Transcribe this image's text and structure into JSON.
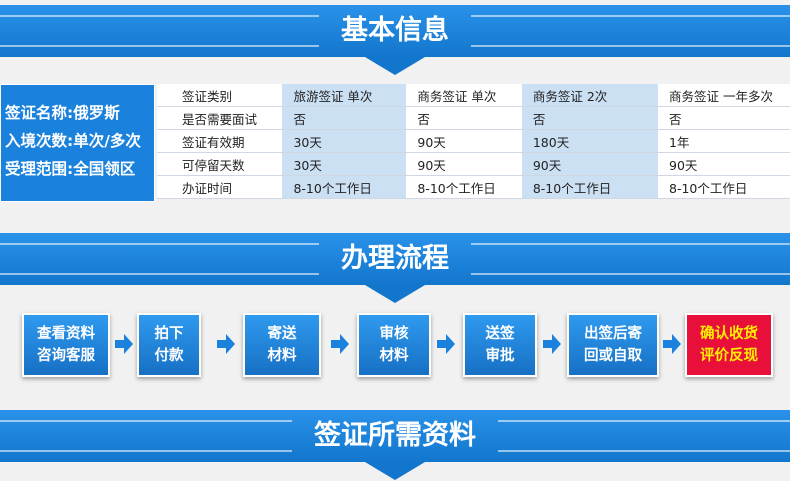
{
  "sections": {
    "basic_info": "基本信息",
    "process": "办理流程",
    "materials": "签证所需资料"
  },
  "summary": {
    "visa_name": "签证名称:俄罗斯",
    "entries": "入境次数:单次/多次",
    "scope": "受理范围:全国领区"
  },
  "table": {
    "rows": [
      [
        "签证类别",
        "旅游签证 单次",
        "商务签证 单次",
        "商务签证 2次",
        "商务签证 一年多次"
      ],
      [
        "是否需要面试",
        "否",
        "否",
        "否",
        "否"
      ],
      [
        "签证有效期",
        "30天",
        "90天",
        "180天",
        "1年"
      ],
      [
        "可停留天数",
        "30天",
        "90天",
        "90天",
        "90天"
      ],
      [
        "办证时间",
        "8-10个工作日",
        "8-10个工作日",
        "8-10个工作日",
        "8-10个工作日"
      ]
    ]
  },
  "steps": [
    [
      "查看资料",
      "咨询客服"
    ],
    [
      "拍下",
      "付款"
    ],
    [
      "寄送",
      "材料"
    ],
    [
      "审核",
      "材料"
    ],
    [
      "送签",
      "审批"
    ],
    [
      "出签后寄",
      "回或自取"
    ],
    [
      "确认收货",
      "评价反现"
    ]
  ],
  "colors": {
    "brand_blue": "#1a82dc",
    "highlight_red": "#e8103a",
    "highlight_text": "#ffee00"
  }
}
